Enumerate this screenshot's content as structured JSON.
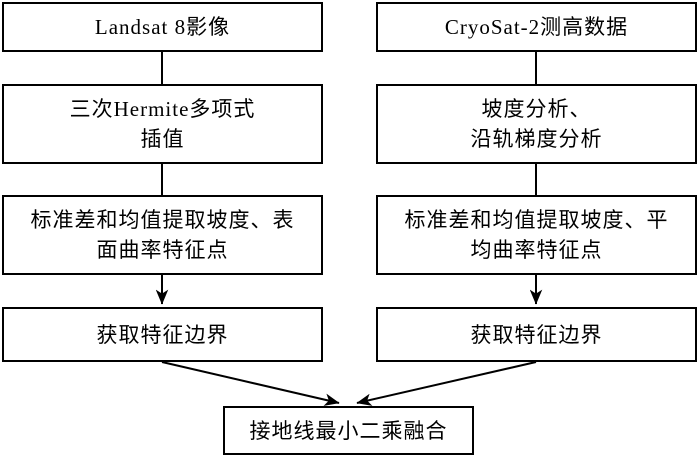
{
  "flowchart": {
    "colors": {
      "stroke": "#000000",
      "background": "#ffffff"
    },
    "left_column": [
      {
        "lines": [
          "Landsat 8影像"
        ]
      },
      {
        "lines": [
          "三次Hermite多项式",
          "插值"
        ]
      },
      {
        "lines": [
          "标准差和均值提取坡度、表",
          "面曲率特征点"
        ]
      },
      {
        "lines": [
          "获取特征边界"
        ]
      }
    ],
    "right_column": [
      {
        "lines": [
          "CryoSat-2测高数据"
        ]
      },
      {
        "lines": [
          "坡度分析、",
          "沿轨梯度分析"
        ]
      },
      {
        "lines": [
          "标准差和均值提取坡度、平",
          "均曲率特征点"
        ]
      },
      {
        "lines": [
          "获取特征边界"
        ]
      }
    ],
    "merge_box": {
      "lines": [
        "接地线最小二乘融合"
      ]
    }
  }
}
